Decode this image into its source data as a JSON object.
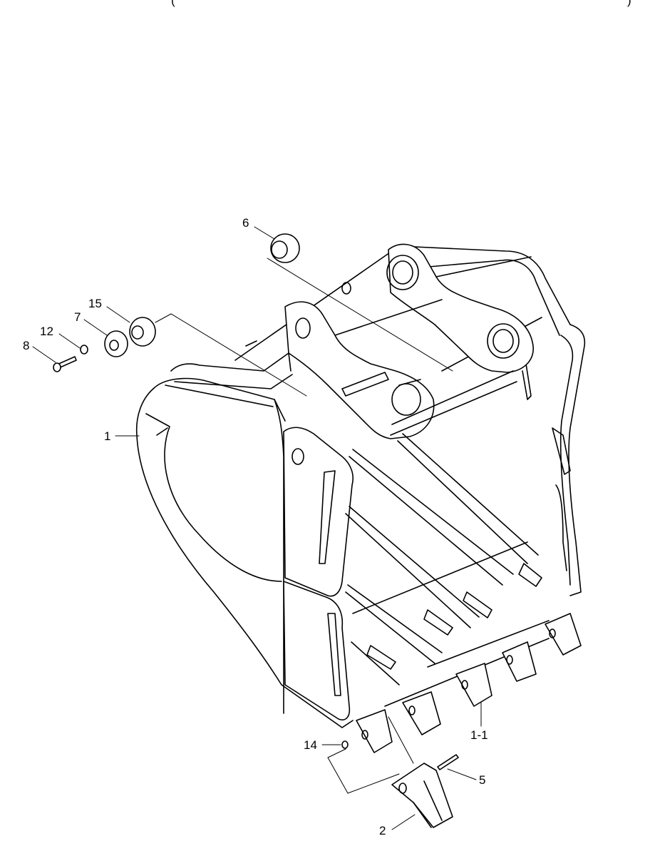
{
  "header_fragment": {
    "left": "(",
    "right": ")"
  },
  "callouts": {
    "p6": "6",
    "p15": "15",
    "p7": "7",
    "p12": "12",
    "p8": "8",
    "p1": "1",
    "p1_1": "1-1",
    "p14": "14",
    "p5": "5",
    "p2": "2"
  },
  "colors": {
    "line": "#000000",
    "background": "#ffffff"
  }
}
